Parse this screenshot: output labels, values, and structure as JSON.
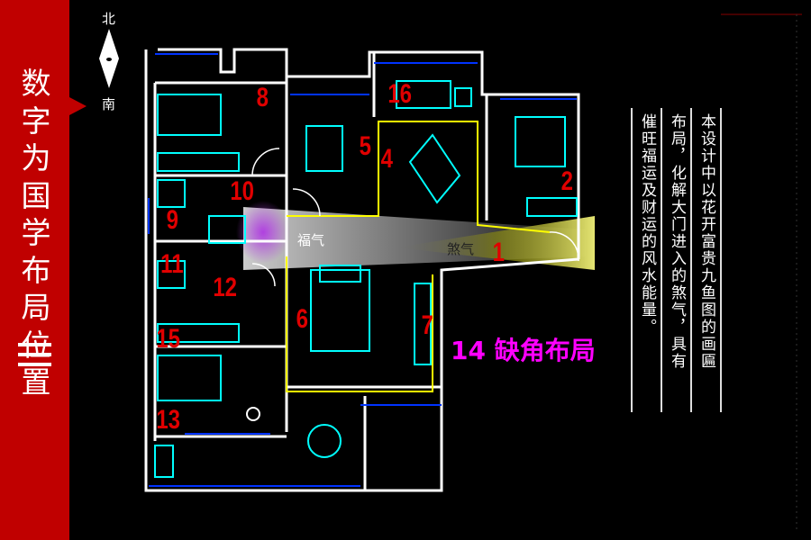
{
  "sidebar": {
    "title": "数字为国学布局位置",
    "number": "三"
  },
  "compass": {
    "north": "北",
    "south": "南"
  },
  "plan": {
    "rooms": [
      "8",
      "16",
      "5",
      "4",
      "2",
      "10",
      "9",
      "11",
      "12",
      "6",
      "7",
      "1",
      "15",
      "13"
    ],
    "good_qi": "福气",
    "bad_qi": "煞气",
    "lack_label": "14 缺角布局"
  },
  "description": {
    "columns": [
      "本设计中以花开富贵九鱼图的画匾",
      "布局，化解大门进入的煞气，具有",
      "催旺福运及财运的风水能量。"
    ]
  },
  "colors": {
    "sidebar": "#c00000",
    "wall": "#ffffff",
    "furniture": "#00ffff",
    "window": "#0000ff",
    "number": "#e00000",
    "lack": "#ff00ff",
    "zone": "#ffff00"
  }
}
